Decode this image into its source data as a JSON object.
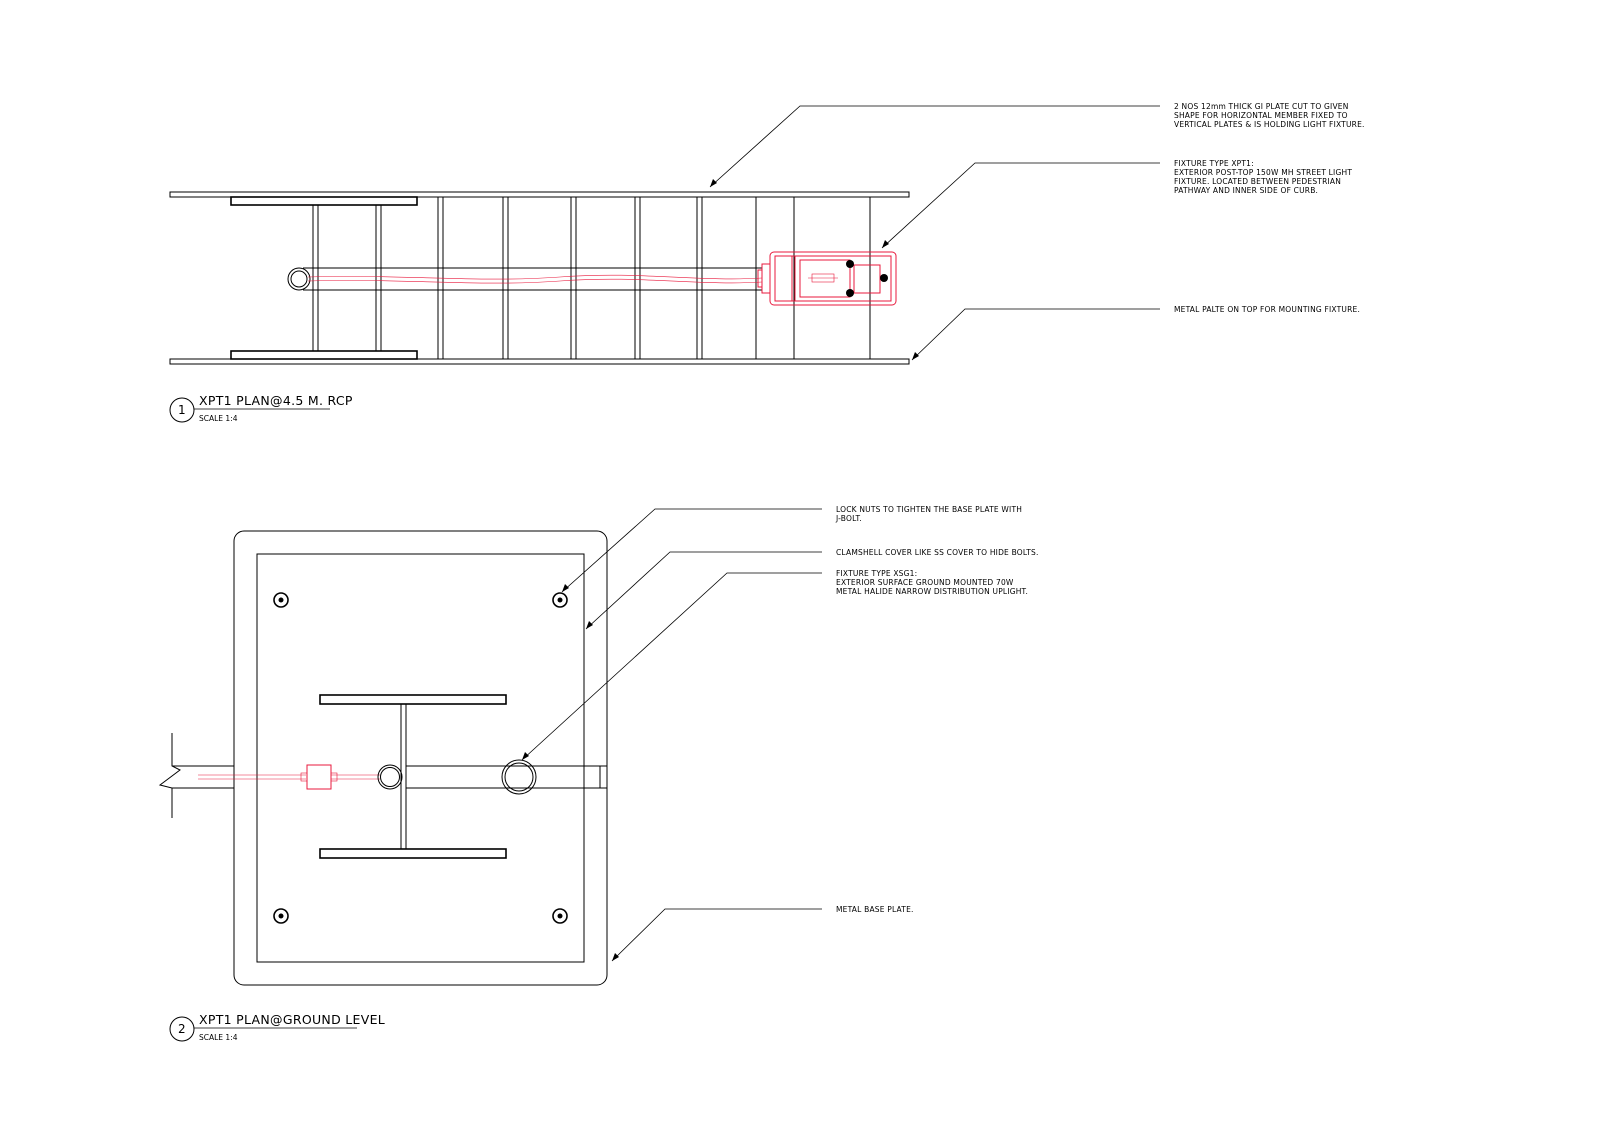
{
  "colors": {
    "line": "#000000",
    "fixture": "#e8193c",
    "background": "#ffffff"
  },
  "views": [
    {
      "number": "1",
      "title": "XPT1 PLAN@4.5 M. RCP",
      "scale": "SCALE 1:4"
    },
    {
      "number": "2",
      "title": "XPT1 PLAN@GROUND LEVEL",
      "scale": "SCALE 1:4"
    }
  ],
  "annotations": {
    "view1": [
      {
        "lines": [
          "2 NOS 12mm THICK GI PLATE CUT TO GIVEN",
          "SHAPE FOR HORIZONTAL MEMBER FIXED TO",
          "VERTICAL PLATES & IS HOLDING LIGHT FIXTURE."
        ]
      },
      {
        "lines": [
          "FIXTURE TYPE XPT1:",
          "EXTERIOR POST-TOP 150W MH STREET LIGHT",
          "FIXTURE. LOCATED BETWEEN PEDESTRIAN",
          "PATHWAY AND INNER SIDE OF CURB."
        ]
      },
      {
        "lines": [
          "METAL PALTE ON TOP FOR MOUNTING FIXTURE."
        ]
      }
    ],
    "view2": [
      {
        "lines": [
          "LOCK NUTS TO TIGHTEN THE BASE PLATE WITH",
          "J-BOLT."
        ]
      },
      {
        "lines": [
          "CLAMSHELL COVER LIKE SS COVER TO HIDE BOLTS."
        ]
      },
      {
        "lines": [
          "FIXTURE TYPE XSG1:",
          "EXTERIOR SURFACE GROUND MOUNTED 70W",
          "METAL HALIDE NARROW DISTRIBUTION UPLIGHT."
        ]
      },
      {
        "lines": [
          "METAL BASE PLATE."
        ]
      }
    ]
  }
}
